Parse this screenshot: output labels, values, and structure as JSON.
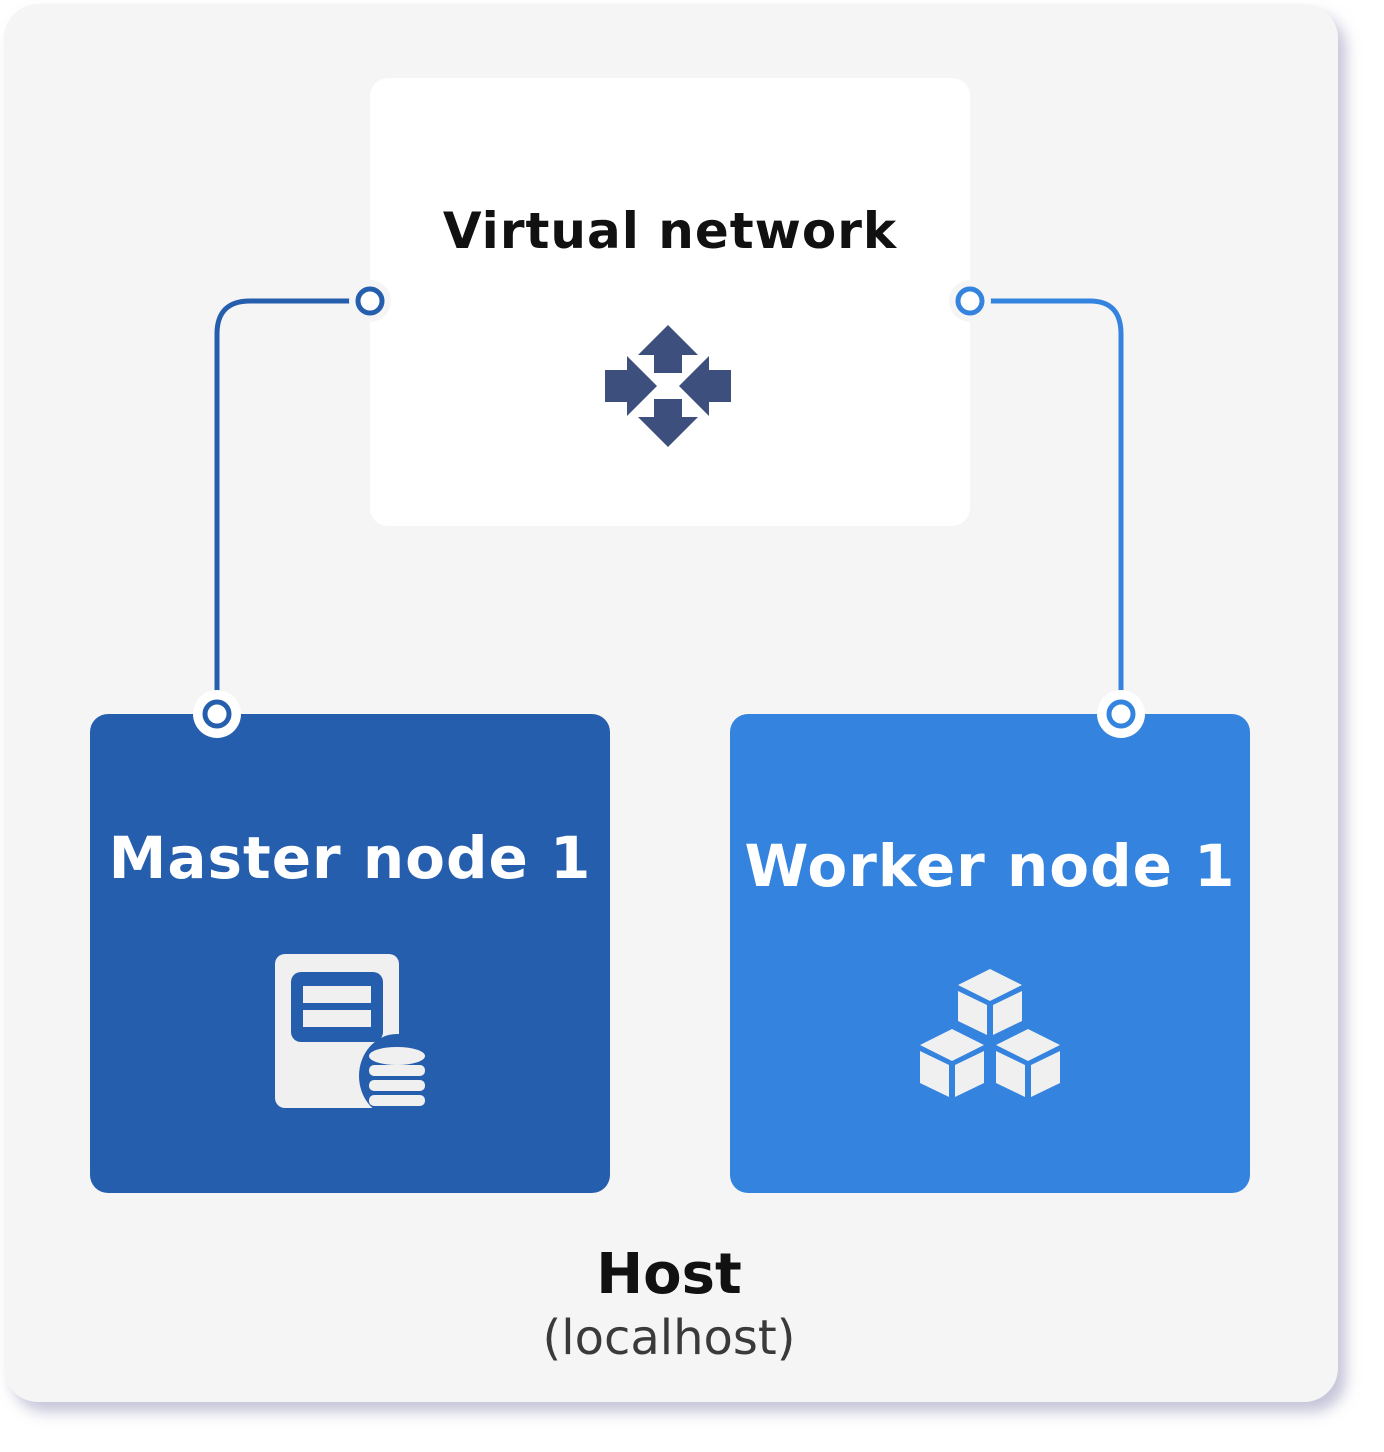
{
  "diagram": {
    "host": {
      "title": "Host",
      "subtitle": "(localhost)"
    },
    "virtual_network": {
      "title": "Virtual network",
      "icon": "router-arrows-icon"
    },
    "master_node": {
      "title": "Master node 1",
      "icon": "server-database-icon"
    },
    "worker_node": {
      "title": "Worker node 1",
      "icon": "cubes-icon"
    },
    "connections": [
      {
        "from": "virtual_network",
        "to": "master_node",
        "color": "#265eae"
      },
      {
        "from": "virtual_network",
        "to": "worker_node",
        "color": "#3483de"
      }
    ],
    "colors": {
      "host_background": "#f5f5f5",
      "master_node": "#265eae",
      "worker_node": "#3483de",
      "router_icon": "#3d4f7c"
    }
  }
}
